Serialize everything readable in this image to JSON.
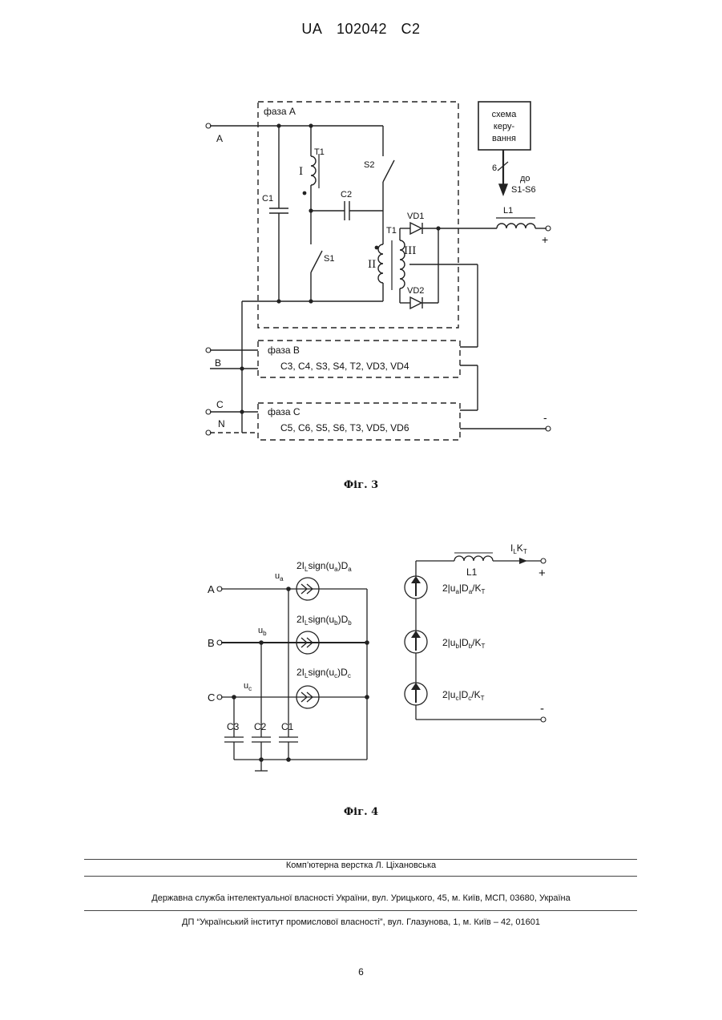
{
  "header": {
    "country": "UA",
    "number": "102042",
    "kind": "C2"
  },
  "fig3": {
    "caption": "Фіг. 3",
    "phase_a": "фаза А",
    "phase_b": "фаза В",
    "phase_b_parts": "C3, C4, S3, S4, T2, VD3, VD4",
    "phase_c": "фаза С",
    "phase_c_parts": "C5, C6, S5, S6, T3, VD5, VD6",
    "control_lines": [
      "схема",
      "керу-",
      "вання"
    ],
    "bus_count": "6",
    "to_label": "до",
    "switches_range": "S1-S6",
    "terminals": {
      "a": "A",
      "b": "B",
      "c": "C",
      "n": "N",
      "plus": "+",
      "minus": "-"
    },
    "components": {
      "c1": "C1",
      "c2": "C2",
      "s1": "S1",
      "s2": "S2",
      "t1_top": "T1",
      "t1_bottom": "T1",
      "vd1": "VD1",
      "vd2": "VD2",
      "l1": "L1",
      "winding_1": "I",
      "winding_2": "II",
      "winding_3": "III"
    }
  },
  "fig4": {
    "caption": "Фіг. 4",
    "terminals": {
      "a": "A",
      "b": "B",
      "c": "C",
      "plus": "+",
      "minus": "-"
    },
    "voltages": {
      "ua": "u",
      "ua_sub": "a",
      "ub": "u",
      "ub_sub": "b",
      "uc": "u",
      "uc_sub": "c"
    },
    "sources": {
      "a": {
        "pre": "2I",
        "sub": "L",
        "mid": "sign(u",
        "sub2": "a",
        "mid2": ")D",
        "sub3": "a"
      },
      "b": {
        "pre": "2I",
        "sub": "L",
        "mid": "sign(u",
        "sub2": "b",
        "mid2": ")D",
        "sub3": "b"
      },
      "c": {
        "pre": "2I",
        "sub": "L",
        "mid": "sign(u",
        "sub2": "c",
        "mid2": ")D",
        "sub3": "c"
      }
    },
    "dc_sources": {
      "a": {
        "pre": "2|u",
        "sub": "a",
        "mid": "|D",
        "sub2": "a",
        "mid2": "/K",
        "sub3": "T"
      },
      "b": {
        "pre": "2|u",
        "sub": "b",
        "mid": "|D",
        "sub2": "b",
        "mid2": "/K",
        "sub3": "T"
      },
      "c": {
        "pre": "2|u",
        "sub": "c",
        "mid": "|D",
        "sub2": "c",
        "mid2": "/K",
        "sub3": "T"
      }
    },
    "output_current": {
      "pre": "I",
      "sub": "L",
      "mid": "K",
      "sub2": "T"
    },
    "inductor": "L1",
    "capacitors": [
      "C3",
      "C2",
      "C1"
    ]
  },
  "footer": {
    "typesetting": "Комп’ютерна верстка Л. Ціхановська",
    "agency": "Державна служба інтелектуальної власності України, вул. Урицького, 45, м. Київ, МСП, 03680, Україна",
    "institute": "ДП “Український інститут промислової власності”, вул. Глазунова, 1, м. Київ – 42, 01601"
  },
  "page_number": "6"
}
